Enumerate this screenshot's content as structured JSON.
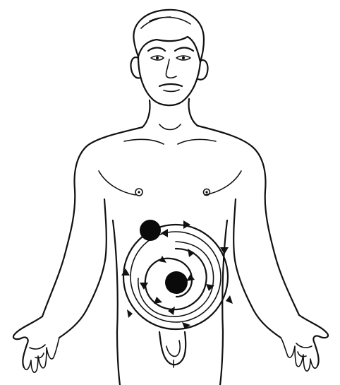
{
  "illustration": {
    "subject": "male-torso-line-drawing",
    "ink_color": "#111111",
    "background_color": "#ffffff",
    "markers": [
      {
        "name": "upper-left-abdomen-dot",
        "color": "#0a0a0a"
      },
      {
        "name": "navel-dot",
        "color": "#0a0a0a"
      }
    ],
    "arrow_paths": [
      {
        "name": "outer-circular-arrows",
        "direction": "clockwise"
      },
      {
        "name": "inner-spiral-arrows",
        "direction": "clockwise"
      }
    ]
  }
}
